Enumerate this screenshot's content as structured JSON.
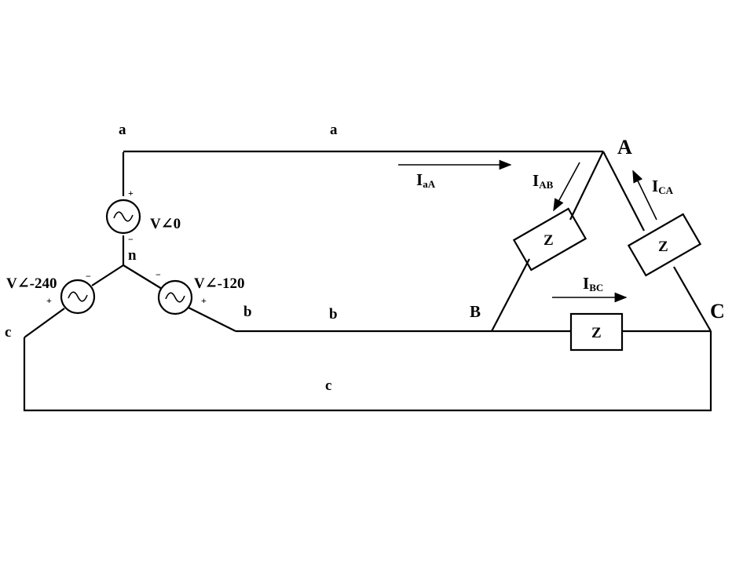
{
  "labels": {
    "node_a_left": "a",
    "node_a_top": "a",
    "node_b_left": "b",
    "node_b_mid": "b",
    "node_c_left": "c",
    "node_c_bottom": "c",
    "node_n": "n",
    "node_A": "A",
    "node_B": "B",
    "node_C": "C"
  },
  "sources": {
    "a": {
      "value": "V∠0",
      "plus": "+",
      "minus": "−"
    },
    "b": {
      "value": "V∠-120",
      "plus": "+",
      "minus": "−"
    },
    "c": {
      "value": "V∠-240",
      "plus": "+",
      "minus": "−"
    }
  },
  "loads": {
    "ab": "Z",
    "bc": "Z",
    "ca": "Z"
  },
  "currents": {
    "line_a": {
      "main": "I",
      "sub": "aA"
    },
    "ab": {
      "main": "I",
      "sub": "AB"
    },
    "ca": {
      "main": "I",
      "sub": "CA"
    },
    "bc": {
      "main": "I",
      "sub": "BC"
    }
  }
}
